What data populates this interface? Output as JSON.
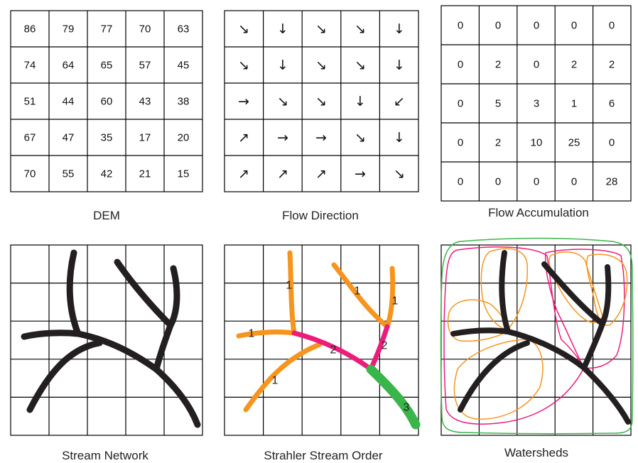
{
  "panels": {
    "dem": {
      "caption": "DEM",
      "values": [
        [
          "86",
          "79",
          "77",
          "70",
          "63"
        ],
        [
          "74",
          "64",
          "65",
          "57",
          "45"
        ],
        [
          "51",
          "44",
          "60",
          "43",
          "38"
        ],
        [
          "67",
          "47",
          "35",
          "17",
          "20"
        ],
        [
          "70",
          "55",
          "42",
          "21",
          "15"
        ]
      ]
    },
    "flow_direction": {
      "caption": "Flow Direction",
      "arrows": [
        [
          "↘",
          "↓",
          "↘",
          "↘",
          "↓"
        ],
        [
          "↘",
          "↓",
          "↘",
          "↘",
          "↓"
        ],
        [
          "→",
          "↘",
          "↘",
          "↓",
          "↙"
        ],
        [
          "↗",
          "→",
          "→",
          "↘",
          "↓"
        ],
        [
          "↗",
          "↗",
          "↗",
          "→",
          "↘"
        ]
      ]
    },
    "flow_accumulation": {
      "caption": "Flow Accumulation",
      "values": [
        [
          "0",
          "0",
          "0",
          "0",
          "0"
        ],
        [
          "0",
          "2",
          "0",
          "2",
          "2"
        ],
        [
          "0",
          "5",
          "3",
          "1",
          "6"
        ],
        [
          "0",
          "2",
          "10",
          "25",
          "0"
        ],
        [
          "0",
          "0",
          "0",
          "0",
          "28"
        ]
      ]
    },
    "stream_network": {
      "caption": "Stream Network"
    },
    "strahler_order": {
      "caption": "Strahler Stream Order",
      "order_labels": [
        "1",
        "1",
        "1",
        "1",
        "1",
        "2",
        "2",
        "3"
      ]
    },
    "watersheds": {
      "caption": "Watersheds"
    }
  },
  "colors": {
    "stream": "#231f20",
    "order1": "#f7941d",
    "order2": "#ec1c7a",
    "order3": "#39b54a",
    "grid": "#000000"
  }
}
